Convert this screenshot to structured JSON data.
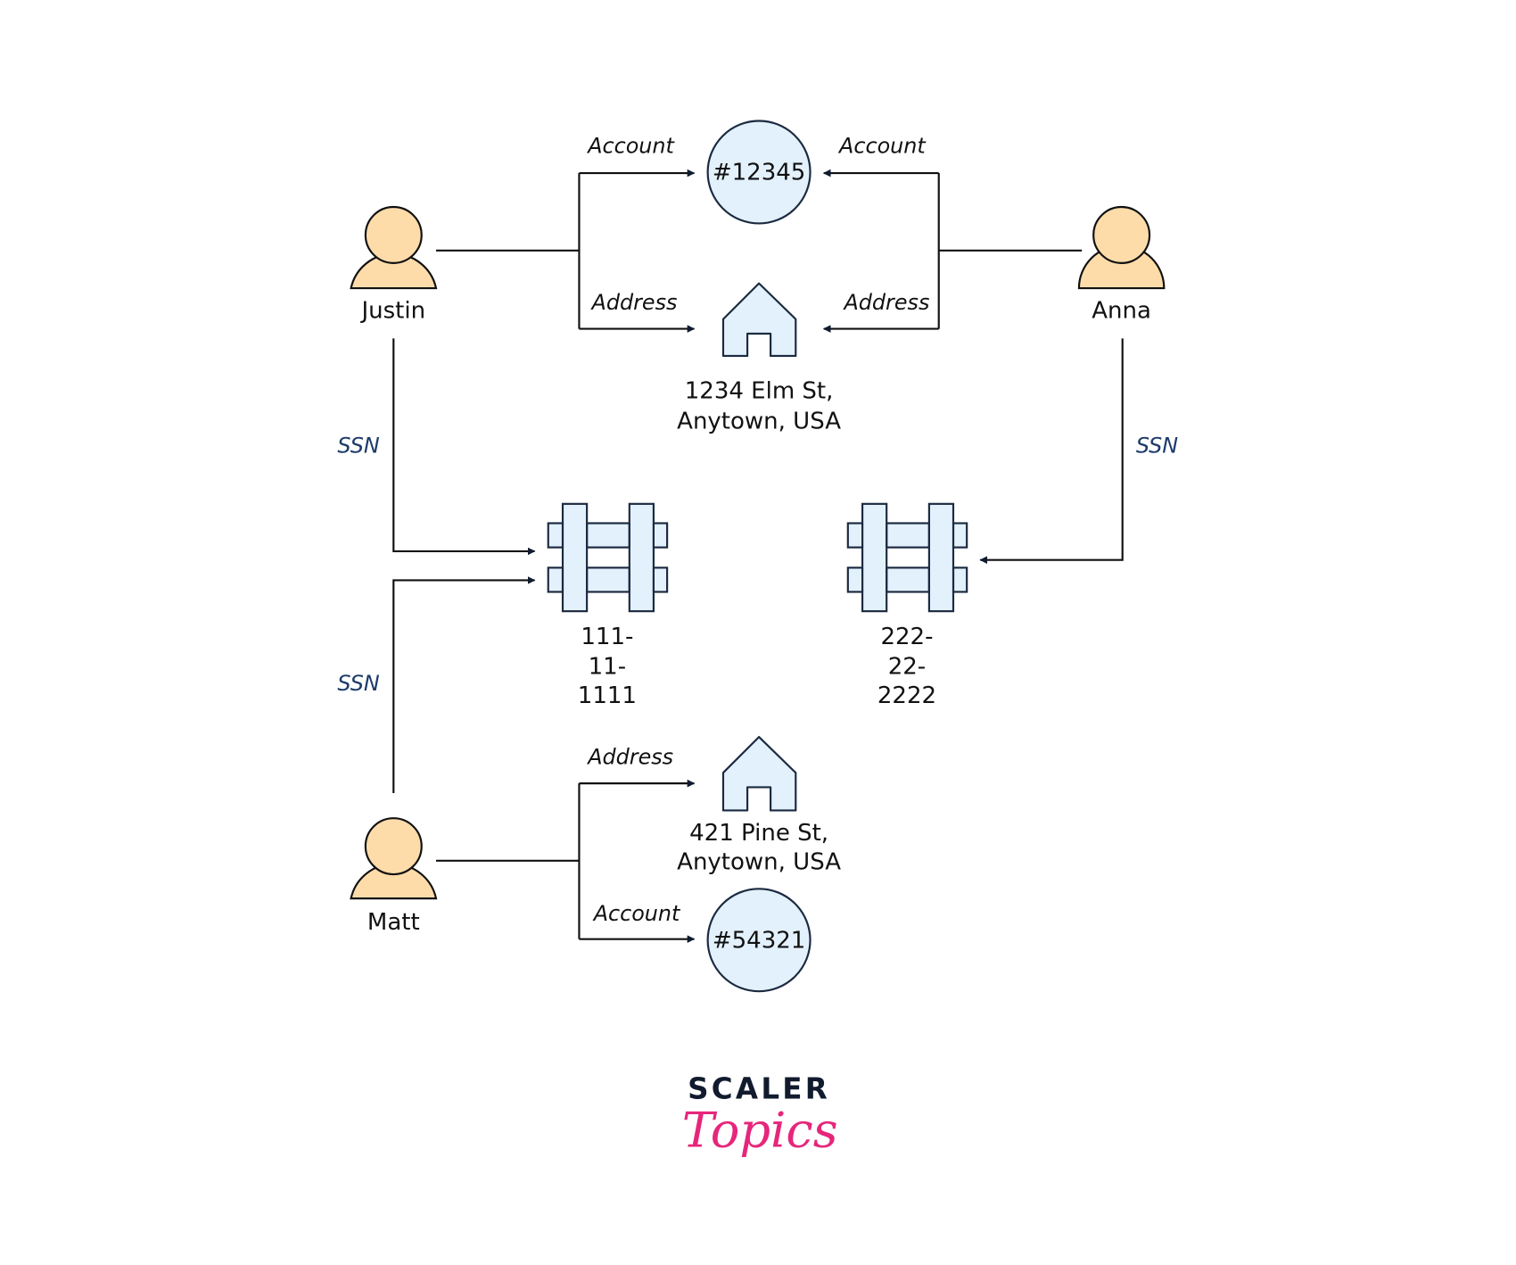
{
  "people": {
    "justin": "Justin",
    "anna": "Anna",
    "matt": "Matt"
  },
  "accounts": {
    "a1": "#12345",
    "a2": "#54321"
  },
  "addresses": {
    "addr1_line1": "1234 Elm St,",
    "addr1_line2": "Anytown, USA",
    "addr2_line1": "421 Pine St,",
    "addr2_line2": "Anytown, USA"
  },
  "ssns": {
    "s1": [
      "111-",
      "11-",
      "1111"
    ],
    "s2": [
      "222-",
      "22-",
      "2222"
    ]
  },
  "edge_labels": {
    "account": "Account",
    "address": "Address",
    "ssn": "SSN"
  },
  "brand": {
    "line1": "SCALER",
    "line2": "Topics"
  },
  "colors": {
    "person_fill": "#fddcaa",
    "entity_fill": "#e3f1fd",
    "ssn_label": "#1d3b6b",
    "brand_dark": "#121b2e",
    "brand_pink": "#e6267b"
  }
}
